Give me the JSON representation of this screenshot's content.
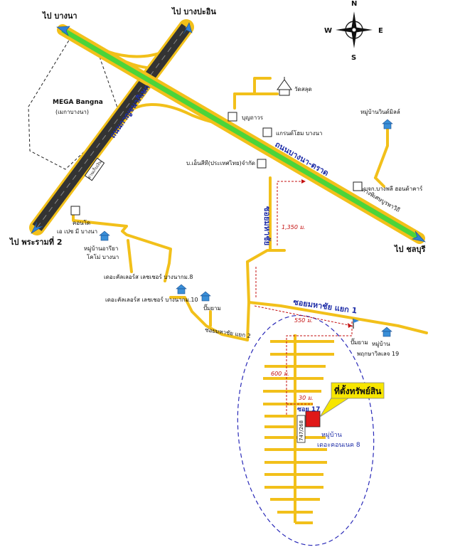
{
  "compass": {
    "n": "N",
    "s": "S",
    "e": "E",
    "w": "W"
  },
  "directions": {
    "to_bangna": "ไป บางนา",
    "to_bang_pa_in": "ไป บางปะอิน",
    "to_rama2": "ไป พระรามที่ 2",
    "to_chonburi": "ไป ชลบุรี"
  },
  "roads": {
    "kanchanaphisek": "ถนนกาญจนาภิเษก",
    "bangna_trat": "ถนนบางนา-ตราด",
    "bangna_trat_toll": "ทางพิเศษบูรพาวิถี",
    "mahachai": "ซอยมหาชัย",
    "mahachai_yaek1": "ซอยมหาชัย แยก 1",
    "mahachai_yaek2": "ซอยมหาชัย แยก 2",
    "soi17": "ซอย 17",
    "toll_plaza": "ด่านเก็บเงิน"
  },
  "places": {
    "mega_name": "MEGA Bangna",
    "mega_sub": "(เมกาบางนา)",
    "wat": "วัดสลุด",
    "boonthavorn": "บุญถาวร",
    "grand_home": "แกรนด์โฮม บางนา",
    "nst": "บ.เอ็นสีที(ประเทศไทย)จำกัด",
    "windmill": "หมู่บ้านวินด์มิลล์",
    "bangpli_honda": "บจก.บางพลี ฮอนด้าคาร์",
    "condo_line1": "คอนโด",
    "condo_line2": "เอ เปซ มี บางนา",
    "ariya_line1": "หมู่บ้านอารียา",
    "ariya_line2": "โคโม่ บางนา",
    "the_connect_8": "เดอะคัลเลอร์ส เลชเชอร์ บางนากม.8",
    "the_connect_10": "เดอะคัลเลอร์ส เลชเชอร์ บางนากม.10",
    "pumpyam1": "ปั๊มยาม",
    "pumpyam2": "ปั๊มยาม",
    "pruksa_line1": "หมู่บ้าน",
    "pruksa_line2": "พฤกษาวิลเลจ 19",
    "property_line1": "หมู่บ้าน",
    "property_line2": "เดอะคอนเนค 8",
    "house_no": "747/268"
  },
  "distances": {
    "d1350": "1,350 ม.",
    "d550": "550 ม.",
    "d600": "600 ม.",
    "d30": "30 ม."
  },
  "callout": {
    "label": "ที่ตั้งทรัพย์สิน"
  },
  "colors": {
    "road": "#f2c01a",
    "expressway": "#4cd43a",
    "kanchanaphisek": "#333333",
    "arrow": "#2f80d8",
    "marker": "#e01818",
    "callout_fill": "#f7e600",
    "callout_text": "#d61010",
    "ellipse": "#2a2ab8",
    "distance": "#c41010"
  }
}
